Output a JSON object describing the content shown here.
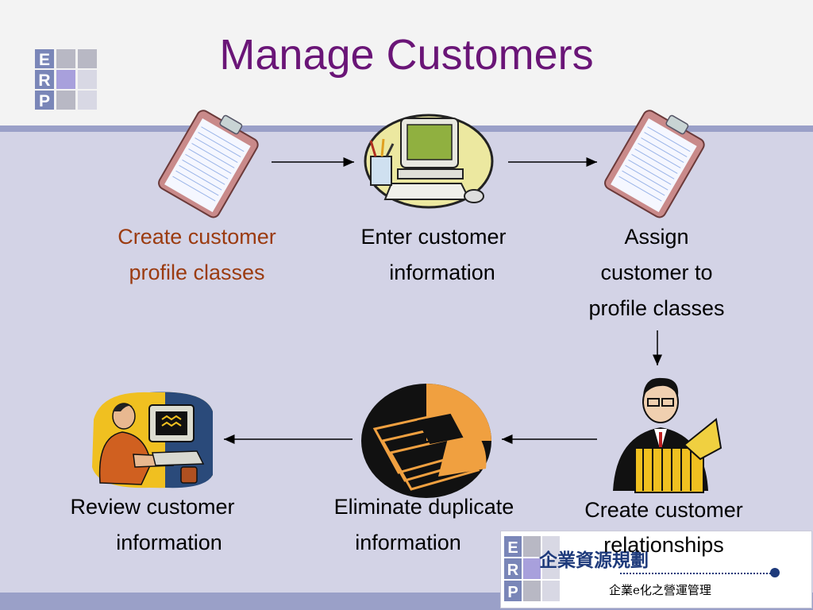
{
  "title": "Manage Customers",
  "logo_letters": [
    "E",
    "R",
    "P"
  ],
  "steps": {
    "create_profile": [
      "Create customer",
      "profile classes"
    ],
    "enter_info": [
      "Enter customer",
      "information"
    ],
    "assign": [
      "Assign",
      "customer to",
      "profile classes"
    ],
    "relationships": [
      "Create customer",
      "relationships"
    ],
    "eliminate": [
      "Eliminate duplicate",
      "information"
    ],
    "review": [
      "Review customer",
      "information"
    ]
  },
  "banner": {
    "chinese_title": "企業資源規劃",
    "subtitle": "企業e化之營運管理"
  },
  "colors": {
    "title": "#6a1577",
    "accent_label": "#9b3b10",
    "band": "#9aa0c8",
    "background": "#d3d3e6"
  }
}
